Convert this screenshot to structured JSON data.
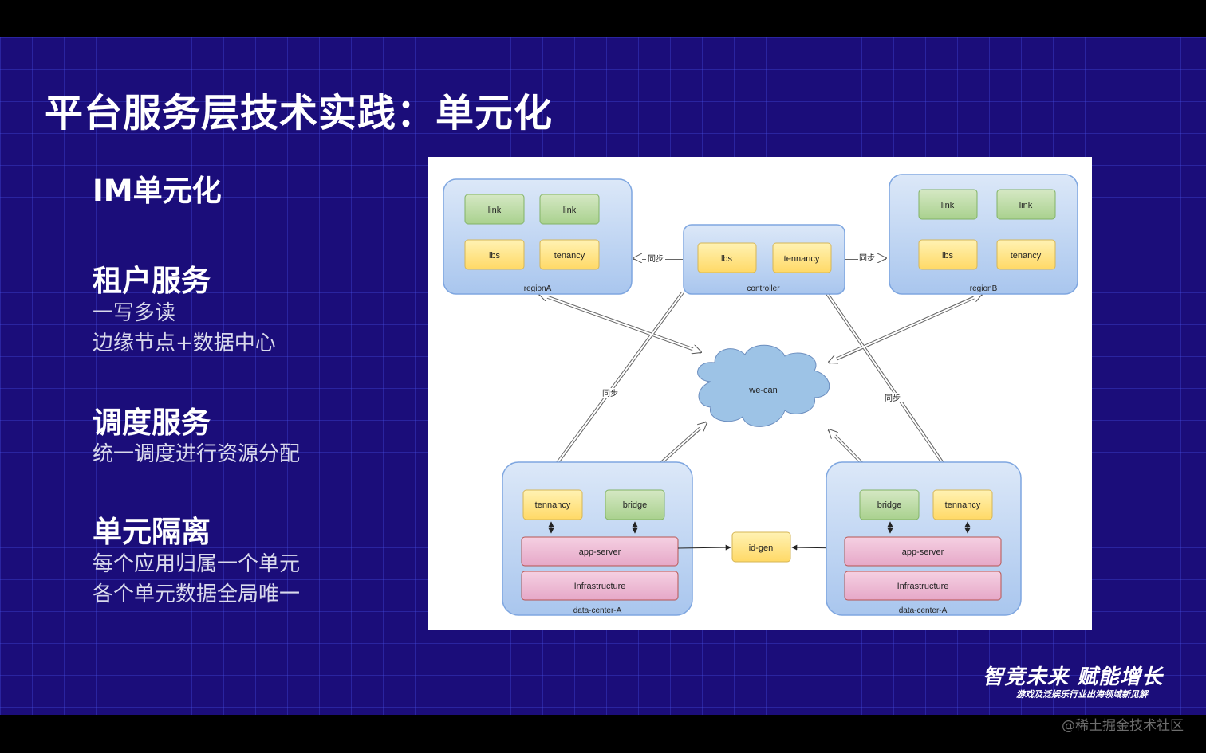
{
  "title": "平台服务层技术实践：单元化",
  "sections": [
    {
      "title": "IM单元化",
      "lines": []
    },
    {
      "title": "租户服务",
      "lines": [
        "一写多读",
        "边缘节点+数据中心"
      ]
    },
    {
      "title": "调度服务",
      "lines": [
        "统一调度进行资源分配"
      ]
    },
    {
      "title": "单元隔离",
      "lines": [
        "每个应用归属一个单元",
        "各个单元数据全局唯一"
      ]
    }
  ],
  "diagram": {
    "regionA": {
      "label": "regionA",
      "link1": "link",
      "link2": "link",
      "lbs": "lbs",
      "tenancy": "tenancy"
    },
    "controller": {
      "label": "controller",
      "lbs": "lbs",
      "tennancy": "tennancy"
    },
    "regionB": {
      "label": "regionB",
      "link1": "link",
      "link2": "link",
      "lbs": "lbs",
      "tenancy": "tenancy"
    },
    "cloud": {
      "label": "we-can"
    },
    "dcLeft": {
      "label": "data-center-A",
      "tennancy": "tennancy",
      "bridge": "bridge",
      "app_server": "app-server",
      "infrastructure": "Infrastructure"
    },
    "dcRight": {
      "label": "data-center-A",
      "bridge": "bridge",
      "tennancy": "tennancy",
      "app_server": "app-server",
      "infrastructure": "Infrastructure"
    },
    "idgen": {
      "label": "id-gen"
    },
    "sync": {
      "left": "同步",
      "right": "同步",
      "diag_left": "同步",
      "diag_right": "同步"
    },
    "colors": {
      "region_fill": "#b7cff0",
      "region_stroke": "#7ea6e0",
      "green": "#a9d18e",
      "yellow": "#ffd966",
      "pink": "#e6a8c8",
      "cloud": "#9dc3e6"
    }
  },
  "brand": {
    "main": "智竞未来 赋能增长",
    "sub": "游戏及泛娱乐行业出海领域新见解"
  },
  "watermark": "@稀土掘金技术社区"
}
